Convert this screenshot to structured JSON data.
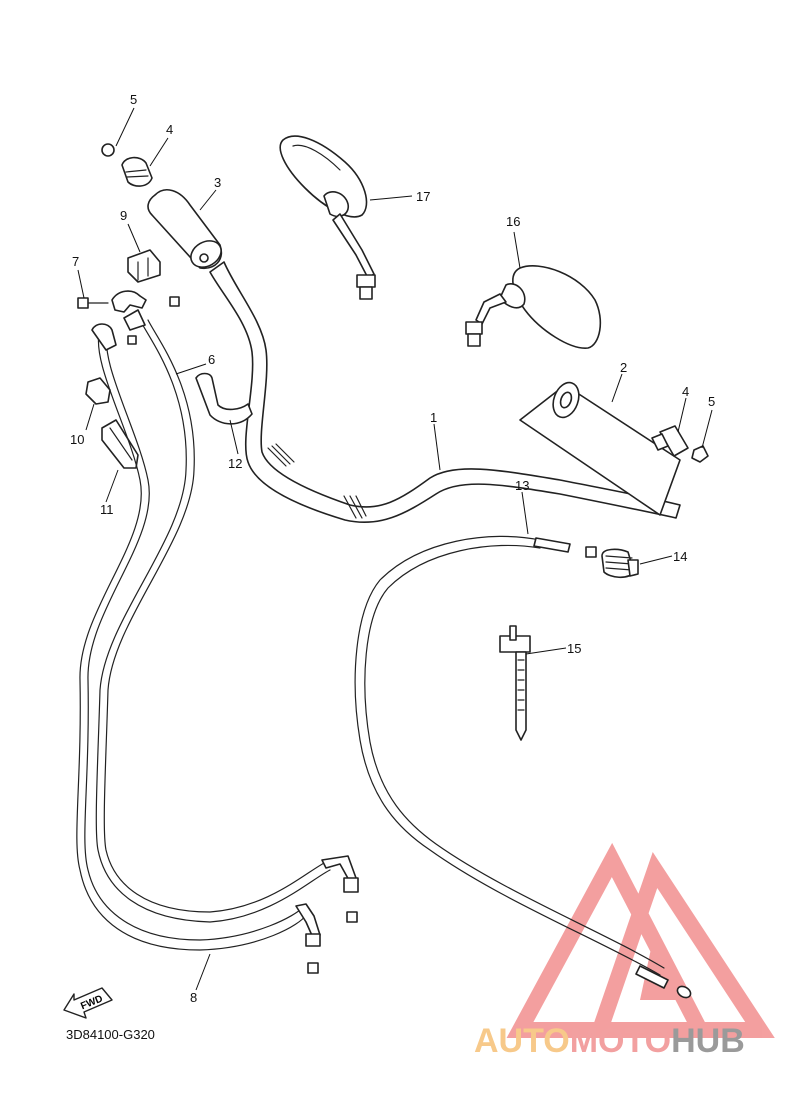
{
  "diagram": {
    "callouts": [
      {
        "id": "1",
        "label": "1"
      },
      {
        "id": "2",
        "label": "2"
      },
      {
        "id": "3",
        "label": "3"
      },
      {
        "id": "4a",
        "label": "4"
      },
      {
        "id": "4b",
        "label": "4"
      },
      {
        "id": "5a",
        "label": "5"
      },
      {
        "id": "5b",
        "label": "5"
      },
      {
        "id": "6",
        "label": "6"
      },
      {
        "id": "7",
        "label": "7"
      },
      {
        "id": "8",
        "label": "8"
      },
      {
        "id": "9",
        "label": "9"
      },
      {
        "id": "10",
        "label": "10"
      },
      {
        "id": "11",
        "label": "11"
      },
      {
        "id": "12",
        "label": "12"
      },
      {
        "id": "13",
        "label": "13"
      },
      {
        "id": "14",
        "label": "14"
      },
      {
        "id": "15",
        "label": "15"
      },
      {
        "id": "16",
        "label": "16"
      },
      {
        "id": "17",
        "label": "17"
      }
    ],
    "fwd_label": "FWD",
    "drawing_code": "3D84100-G320"
  },
  "watermark": {
    "part1": "AUTO",
    "part2": "MOTO",
    "part3": "HUB",
    "colors": {
      "auto": "#f7c98a",
      "moto": "#f2a0a0",
      "hub": "#9a9a9a",
      "triangle": "#f08080"
    }
  }
}
